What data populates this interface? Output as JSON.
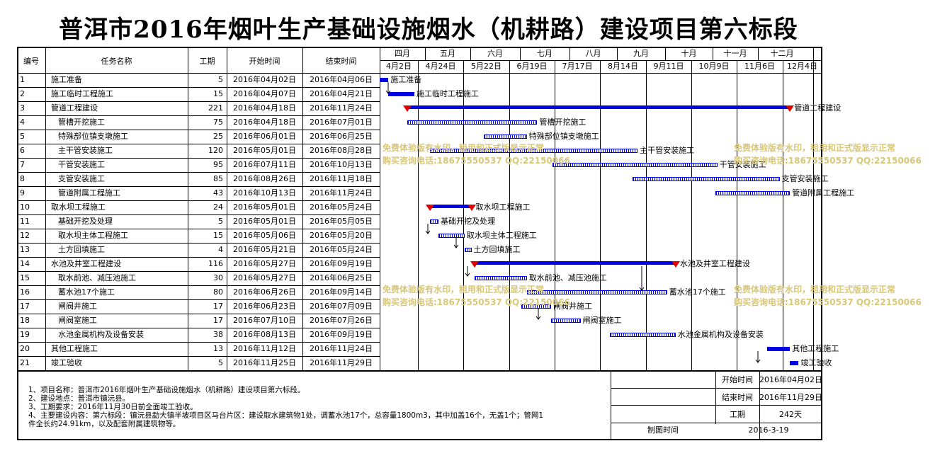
{
  "title": "普洱市2016年烟叶生产基础设施烟水（机耕路）建设项目第六标段",
  "headers": {
    "id": "编号",
    "name": "任务名称",
    "dur": "工期",
    "start": "开始时间",
    "end": "结束时间"
  },
  "months": [
    "四月",
    "五月",
    "六月",
    "七月",
    "八月",
    "九月",
    "十月",
    "十一月",
    "十二月"
  ],
  "weeks": [
    "4月2日",
    "4月24日",
    "5月22日",
    "6月19日",
    "7月17日",
    "8月14日",
    "9月11日",
    "10月9日",
    "11月6日",
    "12月4日"
  ],
  "tasks": [
    {
      "id": "1",
      "name": "施工准备",
      "indent": 0,
      "dur": "5",
      "start": "2016年04月02日",
      "end": "2016年04月06日",
      "type": "solid"
    },
    {
      "id": "2",
      "name": "施工临时工程施工",
      "indent": 0,
      "dur": "15",
      "start": "2016年04月07日",
      "end": "2016年04月21日",
      "type": "solid"
    },
    {
      "id": "3",
      "name": "管道工程建设",
      "indent": 0,
      "dur": "221",
      "start": "2016年04月18日",
      "end": "2016年11月24日",
      "type": "summary"
    },
    {
      "id": "4",
      "name": "管槽开挖施工",
      "indent": 1,
      "dur": "75",
      "start": "2016年04月18日",
      "end": "2016年07月01日",
      "type": "hatch"
    },
    {
      "id": "5",
      "name": "特殊部位镇支墩施工",
      "indent": 1,
      "dur": "25",
      "start": "2016年06月01日",
      "end": "2016年06月25日",
      "type": "hatch"
    },
    {
      "id": "6",
      "name": "主干管安装施工",
      "indent": 1,
      "dur": "120",
      "start": "2016年05月01日",
      "end": "2016年08月28日",
      "type": "hatch"
    },
    {
      "id": "7",
      "name": "干管安装施工",
      "indent": 1,
      "dur": "95",
      "start": "2016年07月11日",
      "end": "2016年10月13日",
      "type": "hatch"
    },
    {
      "id": "8",
      "name": "支管安装施工",
      "indent": 1,
      "dur": "85",
      "start": "2016年08月26日",
      "end": "2016年11月18日",
      "type": "hatch"
    },
    {
      "id": "9",
      "name": "管道附属工程施工",
      "indent": 1,
      "dur": "43",
      "start": "2016年10月13日",
      "end": "2016年11月24日",
      "type": "hatch"
    },
    {
      "id": "10",
      "name": "取水坝工程施工",
      "indent": 0,
      "dur": "24",
      "start": "2016年05月01日",
      "end": "2016年05月24日",
      "type": "summary"
    },
    {
      "id": "11",
      "name": "基础开挖及处理",
      "indent": 1,
      "dur": "5",
      "start": "2016年05月01日",
      "end": "2016年05月05日",
      "type": "hatch"
    },
    {
      "id": "12",
      "name": "取水坝主体工程施工",
      "indent": 1,
      "dur": "15",
      "start": "2016年05月06日",
      "end": "2016年05月20日",
      "type": "hatch"
    },
    {
      "id": "13",
      "name": "土方回填施工",
      "indent": 1,
      "dur": "4",
      "start": "2016年05月21日",
      "end": "2016年05月24日",
      "type": "hatch"
    },
    {
      "id": "14",
      "name": "水池及井室工程建设",
      "indent": 0,
      "dur": "116",
      "start": "2016年05月27日",
      "end": "2016年09月19日",
      "type": "summary"
    },
    {
      "id": "15",
      "name": "取水前池、减压池施工",
      "indent": 1,
      "dur": "30",
      "start": "2016年05月27日",
      "end": "2016年06月25日",
      "type": "hatch"
    },
    {
      "id": "16",
      "name": "蓄水池17个施工",
      "indent": 1,
      "dur": "80",
      "start": "2016年06月26日",
      "end": "2016年09月14日",
      "type": "hatch"
    },
    {
      "id": "17",
      "name": "闸阀井施工",
      "indent": 1,
      "dur": "17",
      "start": "2016年06月23日",
      "end": "2016年07月09日",
      "type": "hatch"
    },
    {
      "id": "18",
      "name": "闸阀室施工",
      "indent": 1,
      "dur": "17",
      "start": "2016年07月10日",
      "end": "2016年07月26日",
      "type": "hatch"
    },
    {
      "id": "19",
      "name": "水池金属机构及设备安装",
      "indent": 1,
      "dur": "38",
      "start": "2016年08月13日",
      "end": "2016年09月19日",
      "type": "hatch"
    },
    {
      "id": "20",
      "name": "其他工程施工",
      "indent": 0,
      "dur": "13",
      "start": "2016年11月12日",
      "end": "2016年11月24日",
      "type": "solid"
    },
    {
      "id": "21",
      "name": "竣工验收",
      "indent": 0,
      "dur": "5",
      "start": "2016年11月25日",
      "end": "2016年11月29日",
      "type": "solid"
    }
  ],
  "notes": [
    "1、项目名称：普洱市2016年烟叶生产基础设施烟水（机耕路）建设项目第六标段。",
    "2、建设地点：普洱市镇沅县。",
    "3、工期要求：2016年11月30日前全面竣工验收。",
    "4、主要建设内容：第六标段：镇沅县勐大镇半坡项目区马台片区：建设取水建筑物1处，调蓄水池17个，总容量1800m3，其中加盖16个，无盖1个；管网1",
    "件全长约24.91km，以及配套附属建筑物等。"
  ],
  "info": {
    "start_label": "开始时间",
    "start_value": "2016年04月02日",
    "end_label": "结束时间",
    "end_value": "2016年11月29日",
    "dur_label": "工期",
    "dur_value": "242天",
    "draw_label": "制图时间",
    "draw_value": "2016-3-19"
  },
  "watermark": {
    "line1": "免费体验版有水印，租用和正式版显示正常",
    "line2": "购买咨询电话:18675550537 QQ:22150066"
  },
  "colors": {
    "bar": "#0000e6",
    "milestone": "#e00000",
    "watermark": "#d8c777"
  }
}
